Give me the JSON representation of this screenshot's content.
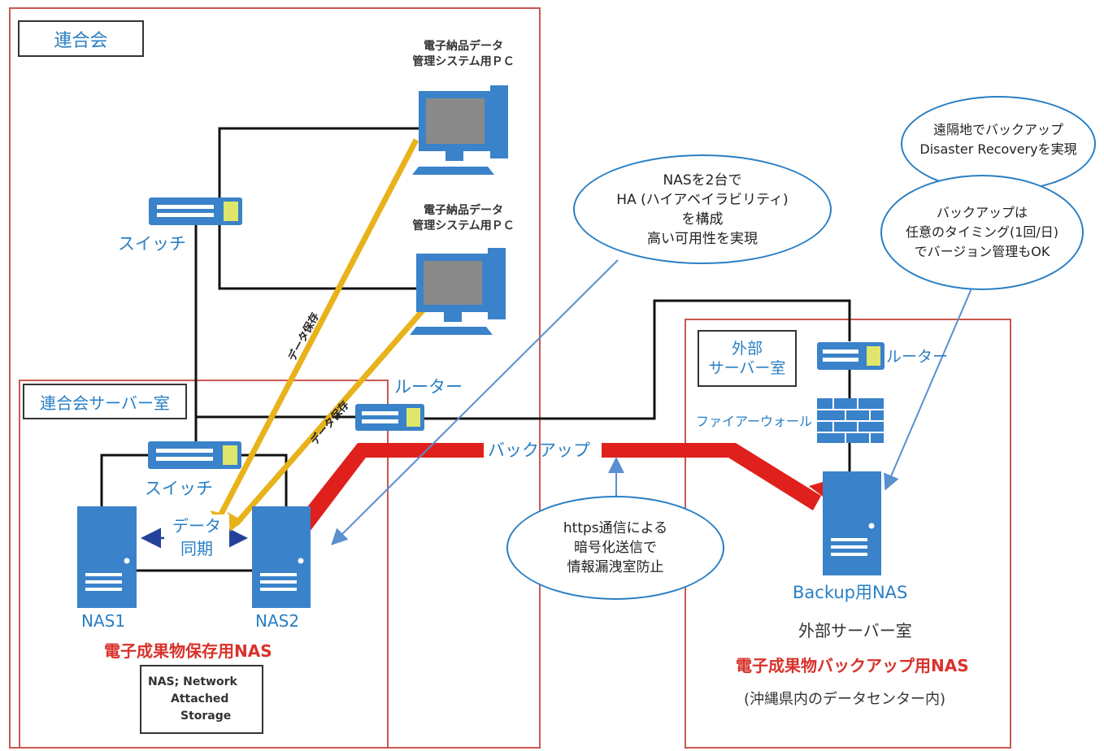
{
  "areas": {
    "federation": "連合会",
    "federation_server_room": "連合会サーバー室",
    "external_room": [
      "外部",
      "サーバー室"
    ]
  },
  "pcs": {
    "pc1_label": [
      "電子納品データ",
      "管理システム用ＰＣ"
    ],
    "pc2_label": [
      "電子納品データ",
      "管理システム用ＰＣ"
    ]
  },
  "devices": {
    "switch_top": "スイッチ",
    "switch_bottom": "スイッチ",
    "router_left": "ルーター",
    "router_right": "ルーター",
    "firewall": "ファイアーウォール",
    "nas1": "NAS1",
    "nas2": "NAS2",
    "backup_nas": "Backup用NAS"
  },
  "flows": {
    "data_save_1": "データ保存",
    "data_save_2": "データ保存",
    "data_sync": [
      "データ",
      "同期"
    ],
    "backup": "バックアップ"
  },
  "captions": {
    "nas_group": "電子成果物保存用NAS",
    "external_room": "外部サーバー室",
    "backup_nas_group": "電子成果物バックアップ用NAS",
    "datacenter": "(沖縄県内のデータセンター内)"
  },
  "note": [
    "NAS; Network",
    "Attached",
    "Storage"
  ],
  "bubbles": {
    "ha": [
      "NASを2台で",
      "HA (ハイアベイラビリティ)",
      "を構成",
      "高い可用性を実現"
    ],
    "https": [
      "https通信による",
      "暗号化送信で",
      "情報漏洩室防止"
    ],
    "dr": [
      "遠隔地でバックアップ",
      "Disaster Recoveryを実現"
    ],
    "backup_timing": [
      "バックアップは",
      "任意のタイミング(1回/日)",
      "でバージョン管理もOK"
    ]
  },
  "colors": {
    "frame": "#c9584f",
    "device_blue": "#3a82c9",
    "yellow": "#e8b21a",
    "red": "#e0201c",
    "accent_blue": "#2a7fc4"
  }
}
